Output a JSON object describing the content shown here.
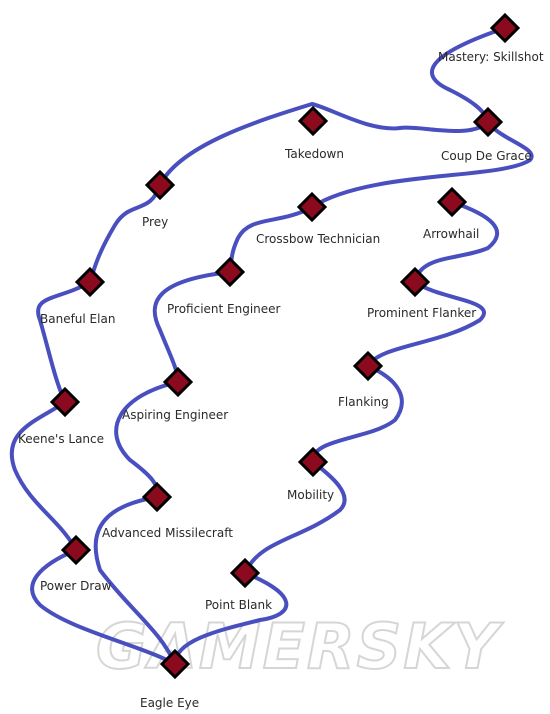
{
  "colors": {
    "route": "#4a4fbf",
    "node_fill": "#8b0a1e",
    "node_border": "#000000",
    "text": "#2a2a2a"
  },
  "watermark": "GAMERSKY",
  "nodes": [
    {
      "id": "mastery",
      "label": "Mastery: Skillshot"
    },
    {
      "id": "coup",
      "label": "Coup De Grace"
    },
    {
      "id": "takedown",
      "label": "Takedown"
    },
    {
      "id": "prey",
      "label": "Prey"
    },
    {
      "id": "baneful",
      "label": "Baneful Elan"
    },
    {
      "id": "keene",
      "label": "Keene's Lance"
    },
    {
      "id": "powerdraw",
      "label": "Power Draw"
    },
    {
      "id": "eagle",
      "label": "Eagle Eye"
    },
    {
      "id": "crossbow",
      "label": "Crossbow Technician"
    },
    {
      "id": "proficient",
      "label": "Proficient Engineer"
    },
    {
      "id": "aspiring",
      "label": "Aspiring Engineer"
    },
    {
      "id": "missile",
      "label": "Advanced Missilecraft"
    },
    {
      "id": "arrowhail",
      "label": "Arrowhail"
    },
    {
      "id": "prominent",
      "label": "Prominent Flanker"
    },
    {
      "id": "flanking",
      "label": "Flanking"
    },
    {
      "id": "mobility",
      "label": "Mobility"
    },
    {
      "id": "pointblank",
      "label": "Point Blank"
    }
  ]
}
